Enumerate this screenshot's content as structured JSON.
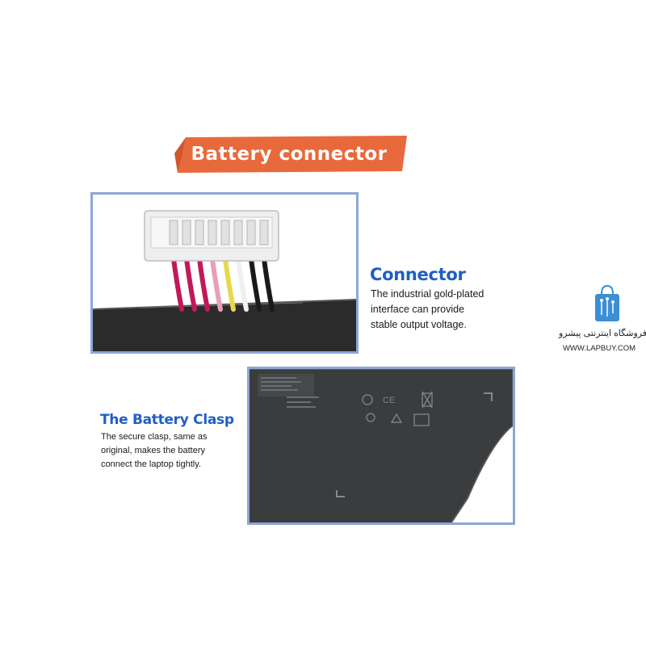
{
  "banner": {
    "title": "Battery  connector"
  },
  "connector": {
    "heading": "Connector",
    "lines": [
      "The industrial gold-plated",
      "interface can provide",
      "stable output voltage."
    ]
  },
  "clasp": {
    "heading": "The Battery Clasp",
    "lines": [
      "The secure clasp, same as",
      "original, makes the battery",
      "connect the laptop tightly."
    ]
  },
  "watermark": {
    "name": "فروشگاه اینترنتی پیشرو",
    "url": "WWW.LAPBUY.COM"
  },
  "colors": {
    "banner": "#e8693b",
    "frame": "#8da6d4",
    "heading": "#1f5fc2",
    "logo": "#3a8fd6"
  },
  "wire_colors": [
    "#c2185b",
    "#c2185b",
    "#c2185b",
    "#e8a0b4",
    "#e8d84a",
    "#f0f0f0",
    "#1a1a1a",
    "#1a1a1a"
  ]
}
